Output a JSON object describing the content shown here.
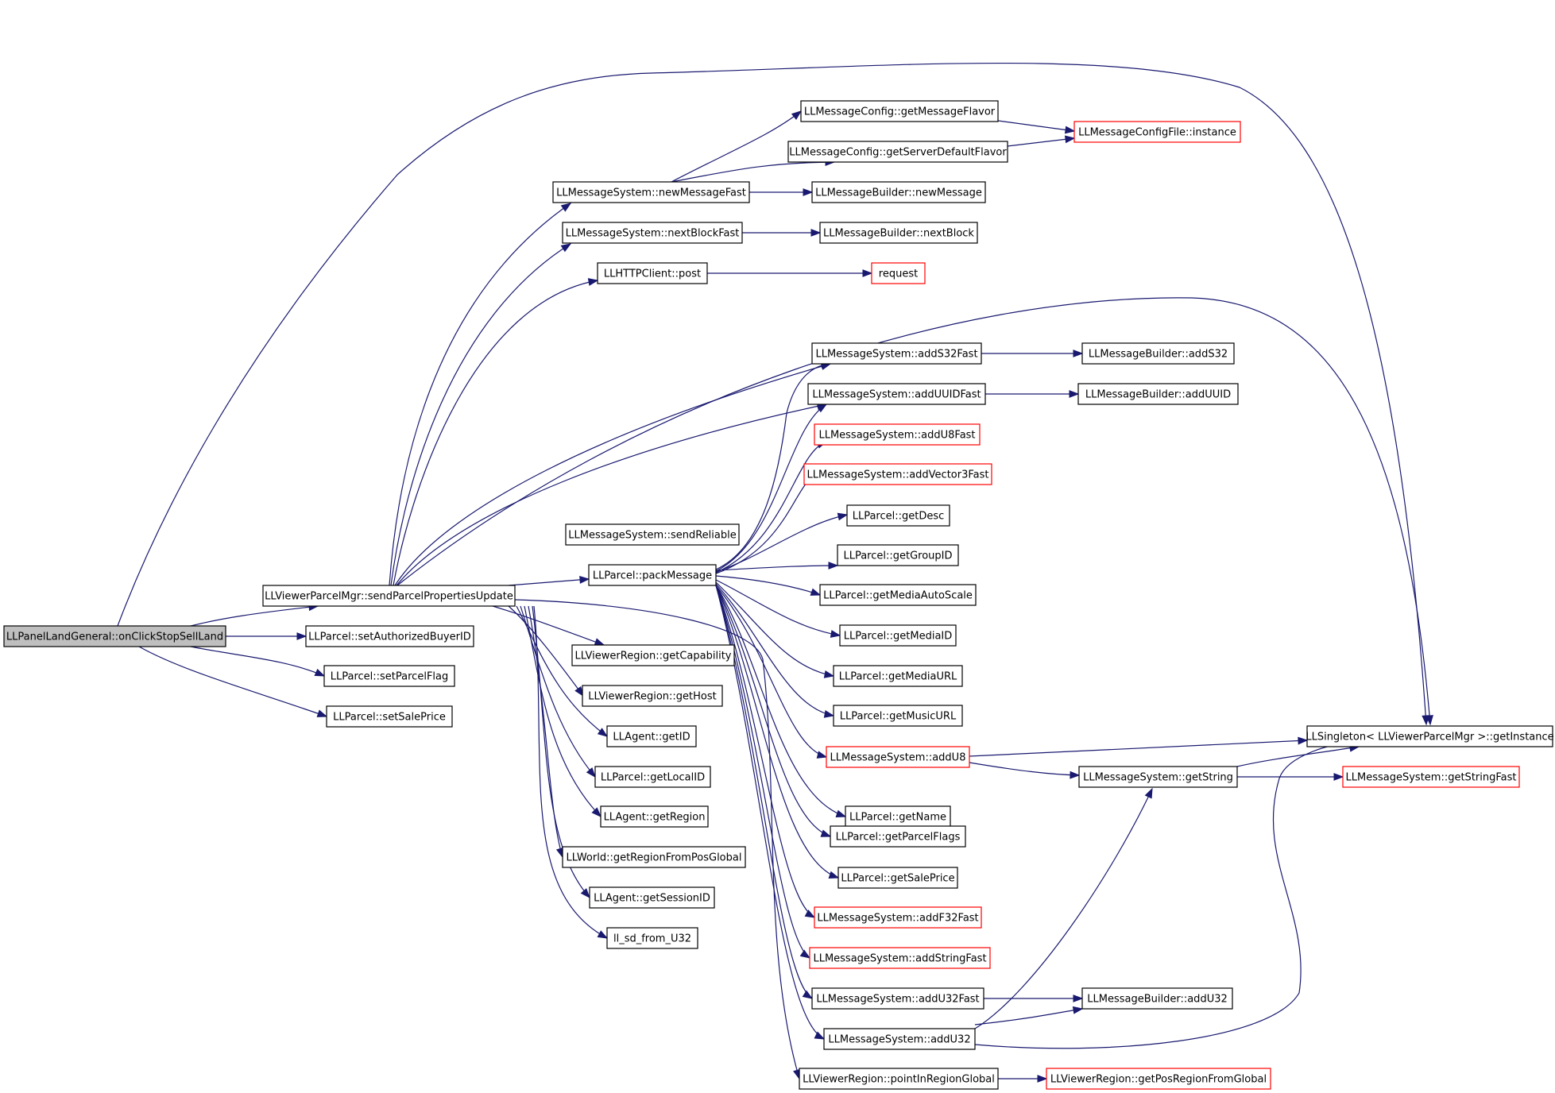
{
  "colors": {
    "edge": "#191970",
    "box_border": "#000000",
    "box_border_external": "#ff0000",
    "root_fill": "#bfbfbf"
  },
  "nodes": {
    "onClickStopSellLand": "LLPanelLandGeneral::onClickStopSellLand",
    "sendParcelPropertiesUpdate": "LLViewerParcelMgr::sendParcelPropertiesUpdate",
    "setAuthorizedBuyerID": "LLParcel::setAuthorizedBuyerID",
    "setParcelFlag": "LLParcel::setParcelFlag",
    "setSalePrice": "LLParcel::setSalePrice",
    "getMessageFlavor": "LLMessageConfig::getMessageFlavor",
    "getServerDefaultFlavor": "LLMessageConfig::getServerDefaultFlavor",
    "configFileInstance": "LLMessageConfigFile::instance",
    "newMessageFast": "LLMessageSystem::newMessageFast",
    "newMessage": "LLMessageBuilder::newMessage",
    "nextBlockFast": "LLMessageSystem::nextBlockFast",
    "nextBlock": "LLMessageBuilder::nextBlock",
    "httpPost": "LLHTTPClient::post",
    "request": "request",
    "addS32Fast": "LLMessageSystem::addS32Fast",
    "addS32": "LLMessageBuilder::addS32",
    "addUUIDFast": "LLMessageSystem::addUUIDFast",
    "addUUID": "LLMessageBuilder::addUUID",
    "addU8Fast": "LLMessageSystem::addU8Fast",
    "addVector3Fast": "LLMessageSystem::addVector3Fast",
    "getDesc": "LLParcel::getDesc",
    "getGroupID": "LLParcel::getGroupID",
    "sendReliable": "LLMessageSystem::sendReliable",
    "packMessage": "LLParcel::packMessage",
    "getMediaAutoScale": "LLParcel::getMediaAutoScale",
    "getMediaID": "LLParcel::getMediaID",
    "getCapability": "LLViewerRegion::getCapability",
    "getMediaURL": "LLParcel::getMediaURL",
    "getHost": "LLViewerRegion::getHost",
    "getMusicURL": "LLParcel::getMusicURL",
    "agentGetID": "LLAgent::getID",
    "addU8": "LLMessageSystem::addU8",
    "singletonGetInstance": "LLSingleton< LLViewerParcelMgr >::getInstance",
    "getLocalID": "LLParcel::getLocalID",
    "getString": "LLMessageSystem::getString",
    "getStringFast": "LLMessageSystem::getStringFast",
    "agentGetRegion": "LLAgent::getRegion",
    "getName": "LLParcel::getName",
    "getRegionFromPosGlobal": "LLWorld::getRegionFromPosGlobal",
    "getParcelFlags": "LLParcel::getParcelFlags",
    "getSessionID": "LLAgent::getSessionID",
    "getSalePrice": "LLParcel::getSalePrice",
    "llSdFromU32": "ll_sd_from_U32",
    "addF32Fast": "LLMessageSystem::addF32Fast",
    "addStringFast": "LLMessageSystem::addStringFast",
    "addU32Fast": "LLMessageSystem::addU32Fast",
    "builderAddU32": "LLMessageBuilder::addU32",
    "addU32": "LLMessageSystem::addU32",
    "pointInRegionGlobal": "LLViewerRegion::pointInRegionGlobal",
    "getPosRegionFromGlobal": "LLViewerRegion::getPosRegionFromGlobal"
  }
}
